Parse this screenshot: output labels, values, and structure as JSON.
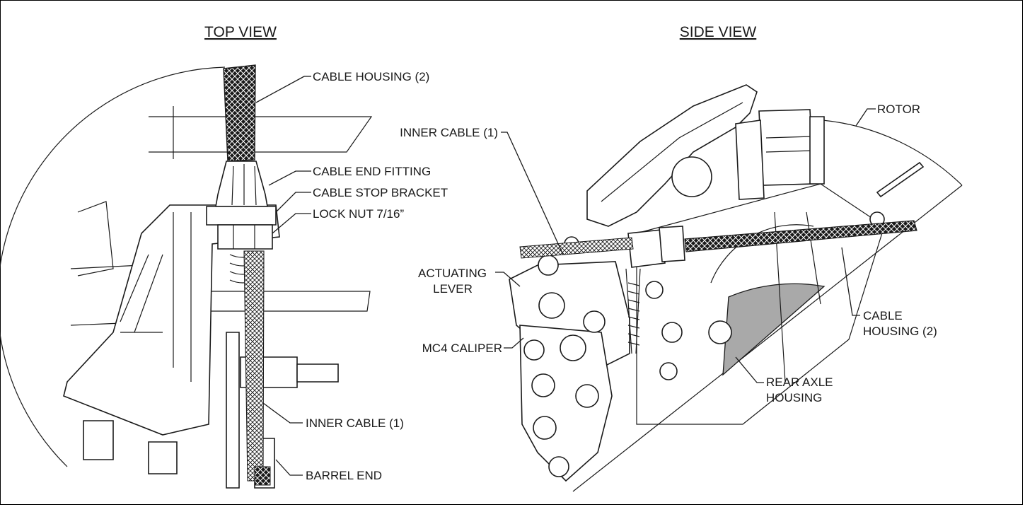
{
  "top_view": {
    "title": "TOP VIEW",
    "labels": {
      "cable_housing": "CABLE HOUSING (2)",
      "cable_end_fitting": "CABLE END FITTING",
      "cable_stop_bracket": "CABLE STOP BRACKET",
      "lock_nut": "LOCK NUT 7/16”",
      "inner_cable": "INNER CABLE (1)",
      "barrel_end": "BARREL END"
    }
  },
  "side_view": {
    "title": "SIDE VIEW",
    "labels": {
      "rotor": "ROTOR",
      "inner_cable": "INNER CABLE (1)",
      "actuating_lever_1": "ACTUATING",
      "actuating_lever_2": "LEVER",
      "mc4_caliper": "MC4 CALIPER",
      "cable_housing_1": "CABLE",
      "cable_housing_2": "HOUSING (2)",
      "rear_axle_1": "REAR AXLE",
      "rear_axle_2": "HOUSING"
    }
  },
  "colors": {
    "line": "#1a1a1a",
    "axle_fill": "#a9a9a9"
  }
}
